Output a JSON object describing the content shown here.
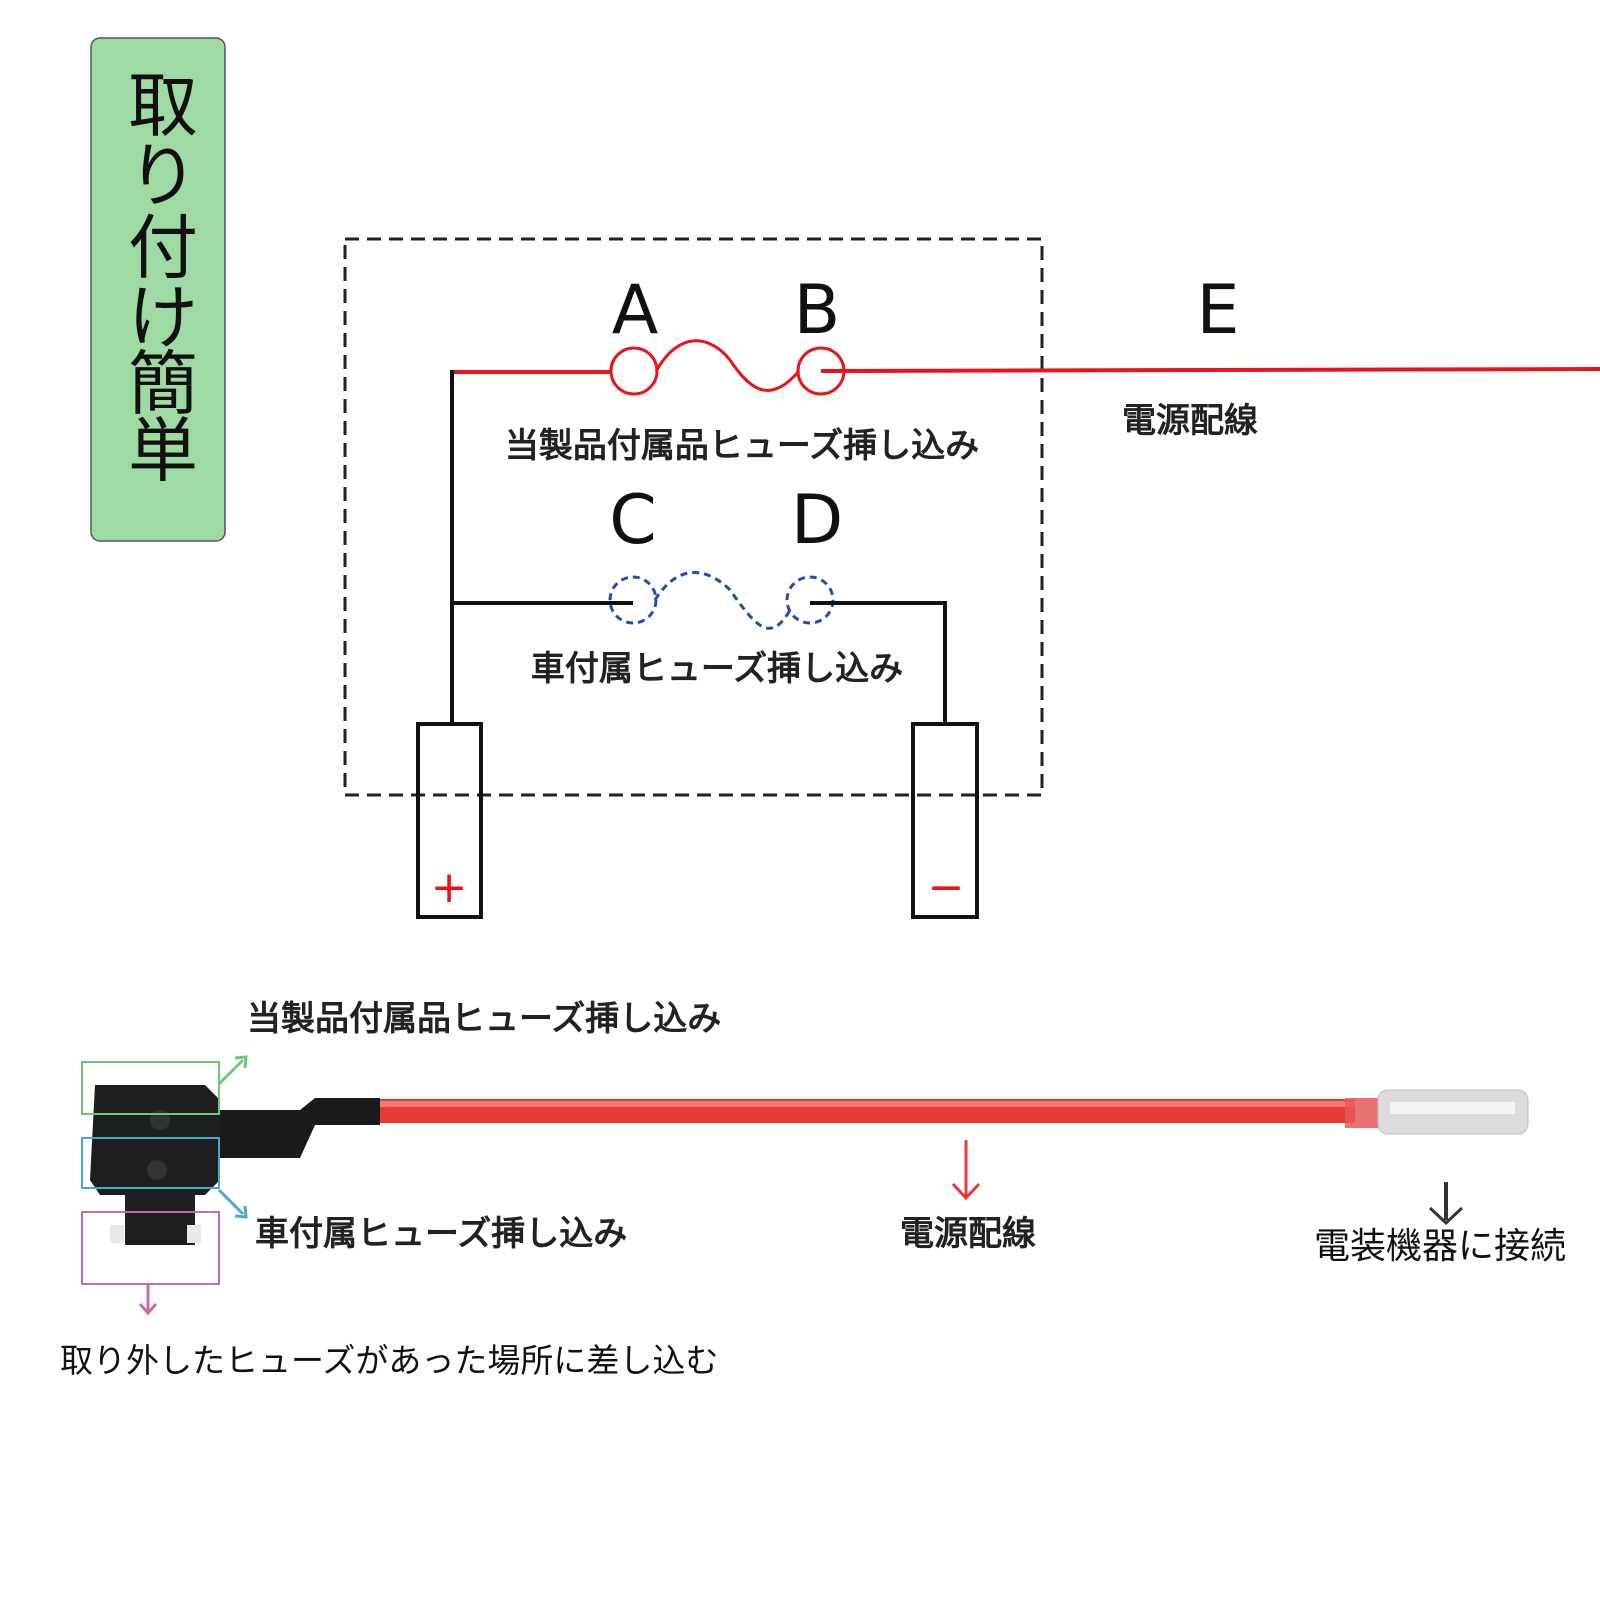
{
  "title_badge": {
    "chars": [
      "取",
      "り",
      "付",
      "け",
      "簡",
      "単"
    ],
    "bg_color": "#9fd9a4"
  },
  "schematic": {
    "terminal_labels": {
      "a": "A",
      "b": "B",
      "c": "C",
      "d": "D",
      "e": "E"
    },
    "product_fuse_label": "当製品付属品ヒューズ挿し込み",
    "car_fuse_label": "車付属ヒューズ挿し込み",
    "power_wire_label": "電源配線",
    "plus": "+",
    "minus": "−",
    "wire_color": "#e8141b",
    "car_fuse_color": "#1f4fa8"
  },
  "photo": {
    "product_fuse_label": "当製品付属品ヒューズ挿し込み",
    "car_fuse_label": "車付属ヒューズ挿し込み",
    "power_wire_label": "電源配線",
    "connect_label": "電装機器に接続",
    "insert_label": "取り外したヒューズがあった場所に差し込む",
    "colors": {
      "green": "#6cc77a",
      "blue": "#4aa8c8",
      "pink": "#c86aa8",
      "red_arrow": "#e8393c"
    }
  }
}
